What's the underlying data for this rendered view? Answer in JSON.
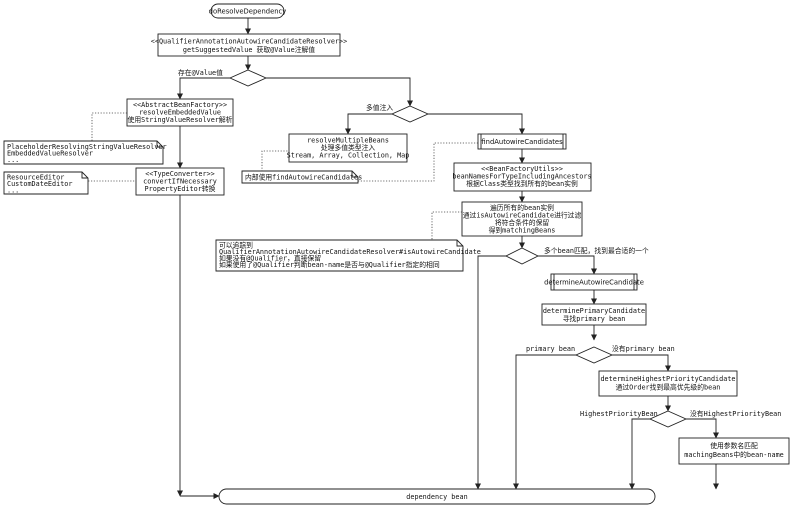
{
  "start": "doResolveDependency",
  "getSuggestedValue": {
    "line1": "<<QualifierAnnotationAutowireCandidateResolver>>",
    "line2": "getSuggestedValue 获取@Value注解值"
  },
  "branch_value_exists": "存在@Value值",
  "resolveEmbeddedValue": {
    "line1": "<<AbstractBeanFactory>>",
    "line2": "resolveEmbeddedValue",
    "line3": "使用StringValueResolver解析"
  },
  "note_placeholder": {
    "line1": "PlaceholderResolvingStringValueResolver",
    "line2": "EmbeddedValueResolver",
    "line3": "..."
  },
  "convertIfNecessary": {
    "line1": "<<TypeConverter>>",
    "line2": "convertIfNecessary",
    "line3": "PropertyEditor转换"
  },
  "note_editors": {
    "line1": "ResourceEditor",
    "line2": "CustomDateEditor",
    "line3": "..."
  },
  "branch_multi_inject": "多值注入",
  "resolveMultipleBeans": {
    "line1": "resolveMultipleBeans",
    "line2": "处理多值类型注入",
    "line3": "Stream, Array, Collection, Map"
  },
  "note_internal": "内部使用findAutowireCandidates",
  "findAutowireCandidates": "findAutowireCandidates",
  "beanNamesForType": {
    "line1": "<<BeanFactoryUtils>>",
    "line2": "beanNamesForTypeIncludingAncestors",
    "line3": "根据Class类型找到所有的bean实例"
  },
  "traverse": {
    "line1": "遍历所有的bean实例",
    "line2": "通过isAutowireCandidate进行过滤",
    "line3": "将符合条件的保留",
    "line4": "得到matchingBeans"
  },
  "note_trace": {
    "line1": "可以追踪到",
    "line2": "QualifierAnnotationAutowireCandidateResolver#isAutowireCandidate",
    "line3": "如果没有@Qualifier，直接保留",
    "line4": "如果使用了@Qualifier判断bean-name是否与@Qualifier指定的相同"
  },
  "branch_multi_match": "多个bean匹配，找到最合适的一个",
  "determineAutowireCandidate": "determineAutowireCandidate",
  "determinePrimaryCandidate": {
    "line1": "determinePrimaryCandidate",
    "line2": "寻找primary bean"
  },
  "branch_primary": "primary bean",
  "branch_no_primary": "没有primary bean",
  "determineHighestPriority": {
    "line1": "determineHighestPriorityCandidate",
    "line2": "通过Order找到最高优先级的bean"
  },
  "branch_highest": "HighestPriorityBean",
  "branch_no_highest": "没有HighestPriorityBean",
  "fallbackMatch": {
    "line1": "使用参数名匹配",
    "line2": "machingBeans中的bean-name"
  },
  "end": "dependency bean"
}
